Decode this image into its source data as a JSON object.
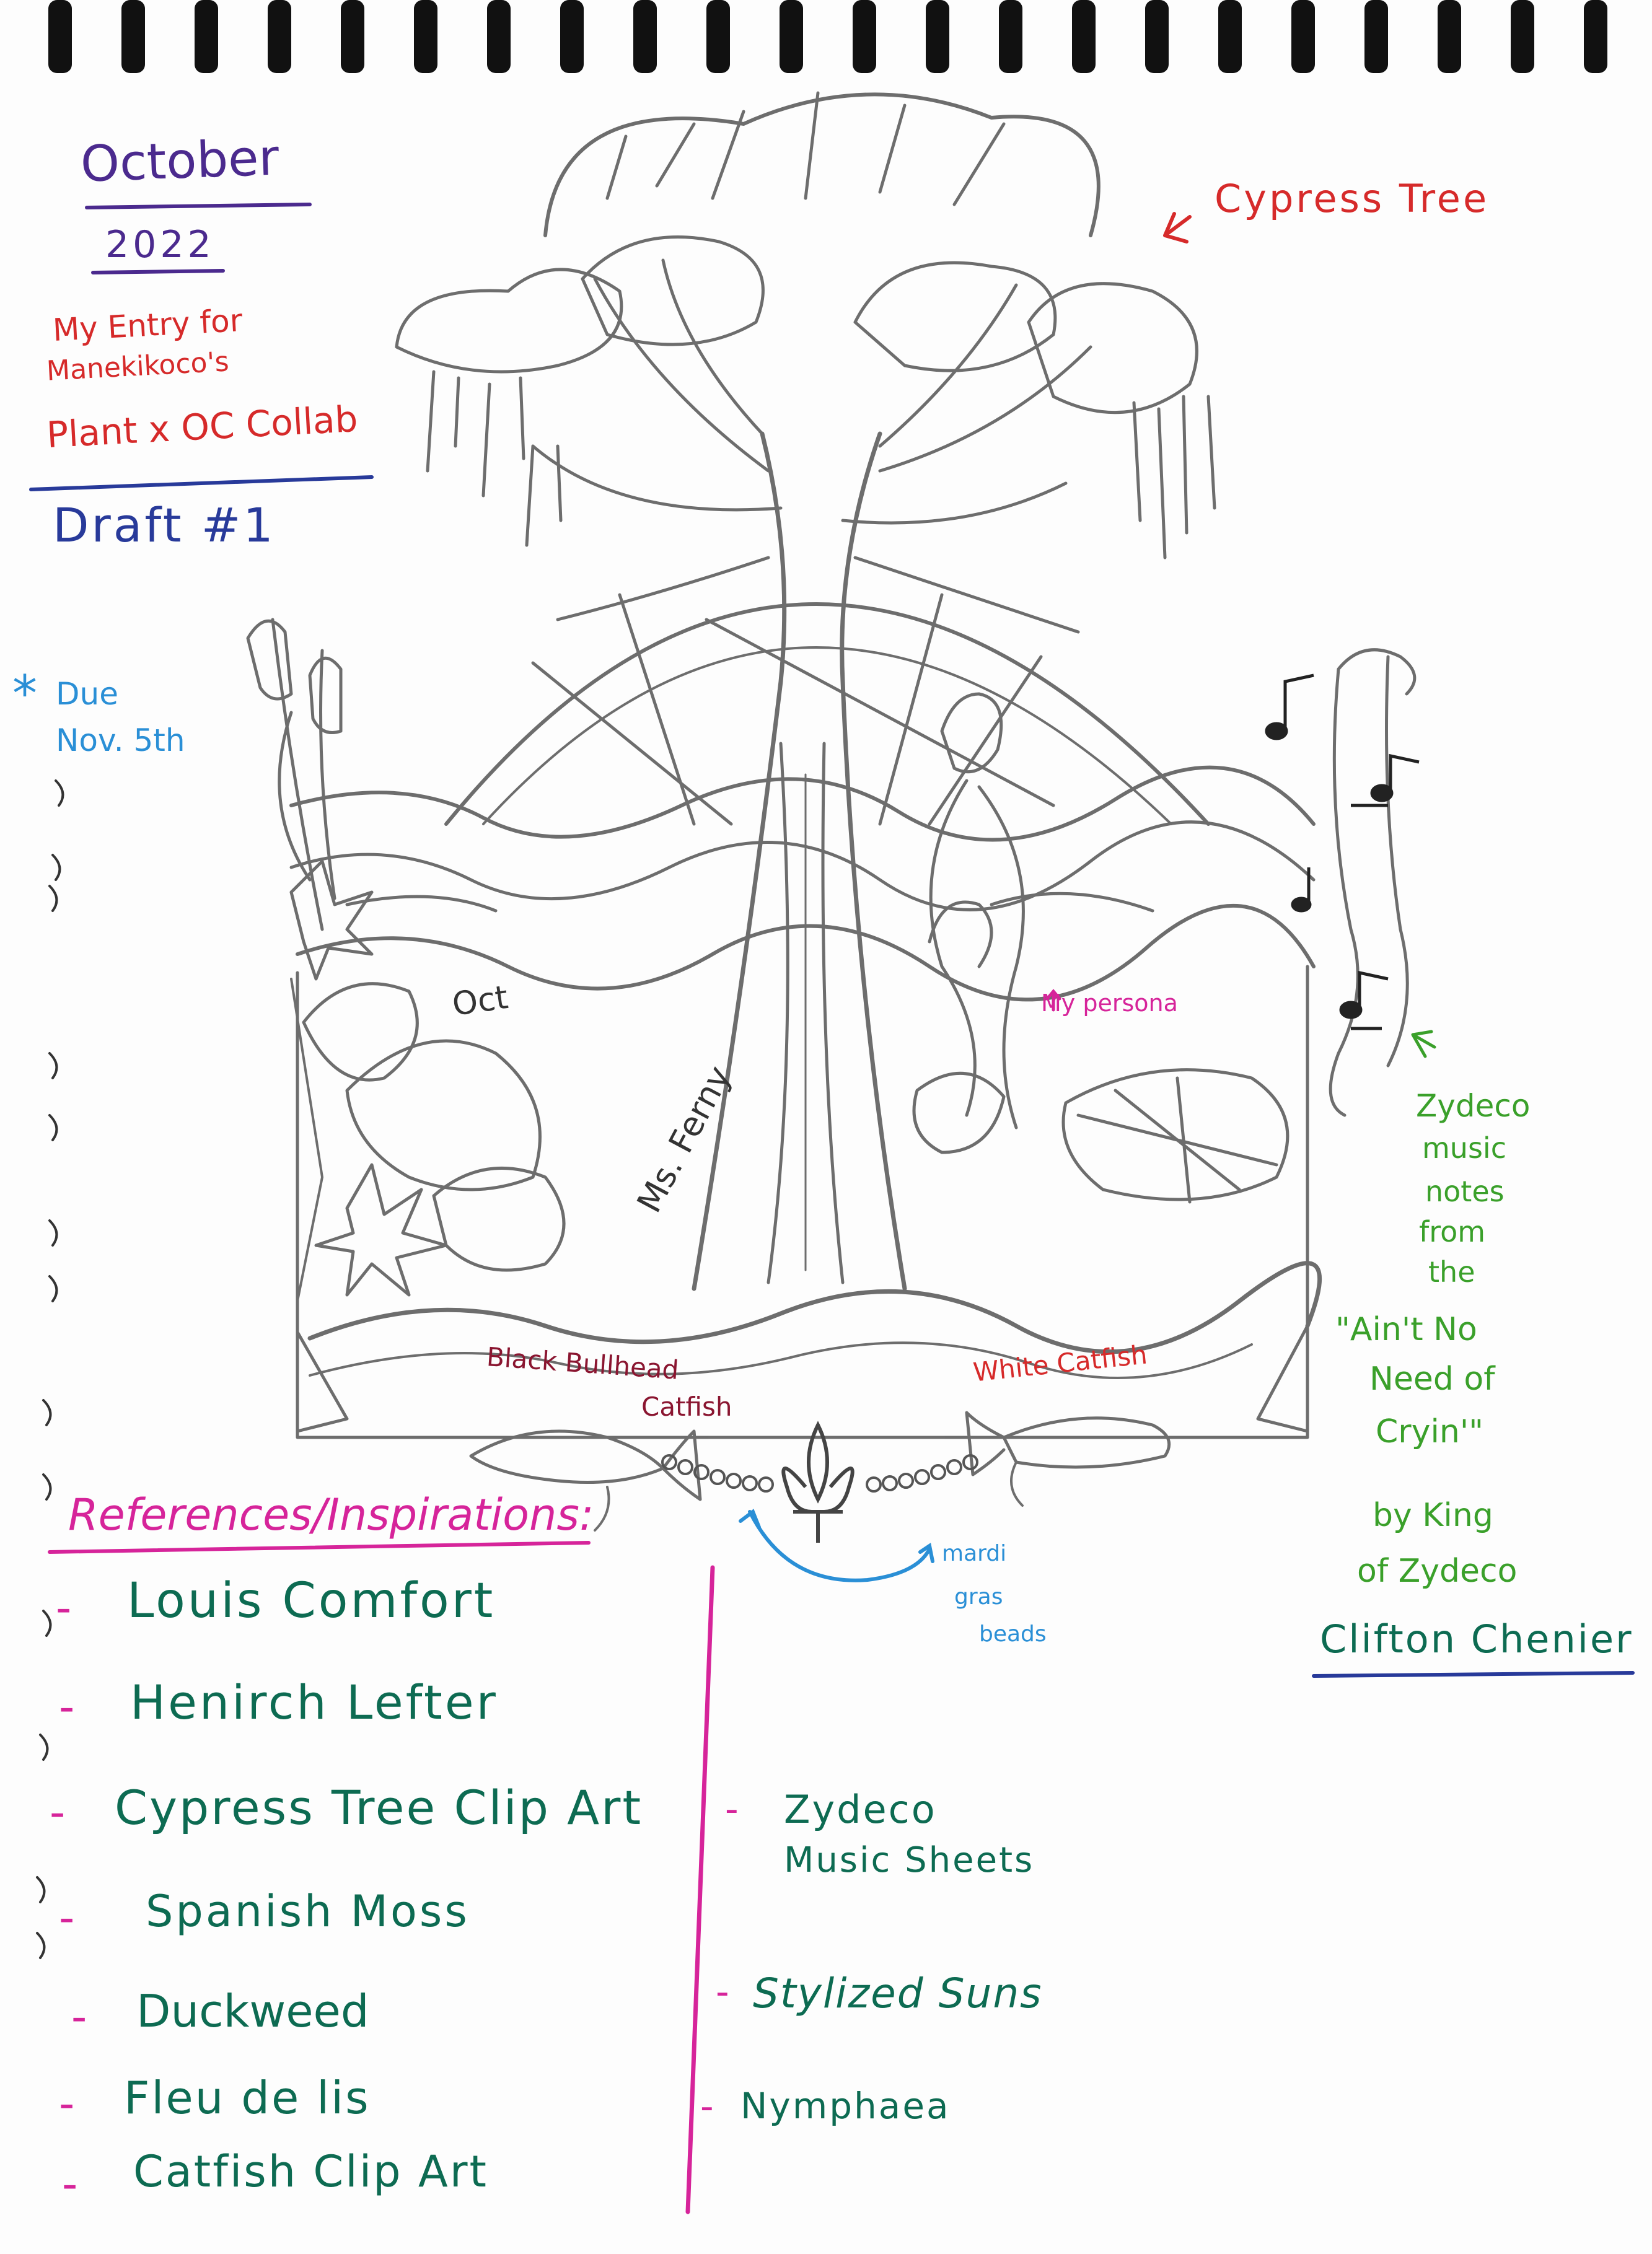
{
  "header": {
    "month": "October",
    "year": "2022"
  },
  "entry": {
    "line1": "My Entry for",
    "line2": "Manekikoco's",
    "line3": "Plant x OC Collab",
    "draft": "Draft #1"
  },
  "due": {
    "star": "*",
    "line1": "Due",
    "line2": "Nov. 5th"
  },
  "labels": {
    "cypress_tree": "Cypress Tree",
    "my_persona": "My persona",
    "oct_date": "Oct",
    "black_bullhead_1": "Black Bullhead",
    "black_bullhead_2": "Catfish",
    "white_catfish": "White Catfish",
    "mardi_gras_1": "mardi",
    "mardi_gras_2": "gras",
    "mardi_gras_3": "beads",
    "tree_name": "Ms. Ferny"
  },
  "zydeco_note": {
    "lines": [
      "Zydeco",
      "music",
      "notes",
      "from",
      "the",
      "\"Ain't No",
      "Need of",
      "Cryin'\"",
      "by King",
      "of Zydeco"
    ],
    "artist": "Clifton Chenier"
  },
  "references": {
    "heading": "References/Inspirations:",
    "left": [
      "Louis Comfort",
      "Henirch Lefter",
      "Cypress Tree Clip Art",
      "Spanish Moss",
      "Duckweed",
      "Fleu de lis",
      "Catfish Clip Art"
    ],
    "right": [
      "Zydeco",
      "Music Sheets",
      "Stylized Suns",
      "Nymphaea"
    ],
    "bullet": "-"
  },
  "colors": {
    "purple": "#4b2a8e",
    "red": "#d62a2a",
    "blue": "#283a9a",
    "sky": "#2a8fd6",
    "green": "#3aa02a",
    "teal": "#0d6b52",
    "pink": "#d6249a",
    "maroon": "#8a1530",
    "pencil": "#5a5a5a"
  }
}
